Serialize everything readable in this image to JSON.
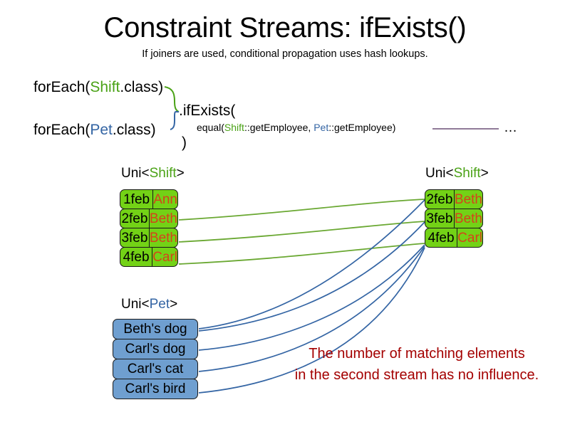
{
  "slide": {
    "title": "Constraint Streams: ifExists()",
    "subtitle": "If joiners are used, conditional propagation uses hash lookups."
  },
  "code": {
    "foreach_shift": {
      "prefix": "forEach(",
      "type": "Shift",
      "suffix": ".class)"
    },
    "foreach_pet": {
      "prefix": "forEach(",
      "type": "Pet",
      "suffix": ".class)"
    },
    "if_exists": ".ifExists(",
    "equal": {
      "prefix": "equal(",
      "left_type": "Shift",
      "left_ref": "::getEmployee, ",
      "right_type": "Pet",
      "right_ref": "::getEmployee)"
    },
    "close_paren": ")",
    "ellipsis": "…"
  },
  "labels": {
    "left_shift": {
      "prefix": "Uni<",
      "type": "Shift",
      "suffix": ">"
    },
    "right_shift": {
      "prefix": "Uni<",
      "type": "Shift",
      "suffix": ">"
    },
    "pet": {
      "prefix": "Uni<",
      "type": "Pet",
      "suffix": ">"
    }
  },
  "left_shift_rows": [
    {
      "date": "1feb",
      "employee": "Ann"
    },
    {
      "date": "2feb",
      "employee": "Beth"
    },
    {
      "date": "3feb",
      "employee": "Beth"
    },
    {
      "date": "4feb",
      "employee": "Carl"
    }
  ],
  "right_shift_rows": [
    {
      "date": "2feb",
      "employee": "Beth"
    },
    {
      "date": "3feb",
      "employee": "Beth"
    },
    {
      "date": "4feb",
      "employee": "Carl"
    }
  ],
  "pet_rows": [
    {
      "label": "Beth's dog"
    },
    {
      "label": "Carl's dog"
    },
    {
      "label": "Carl's cat"
    },
    {
      "label": "Carl's bird"
    }
  ],
  "note": {
    "line1": "The number of matching elements",
    "line2": "in the second stream has no influence."
  },
  "colors": {
    "shift_green_text": "#4aa216",
    "pet_blue_text": "#3465a4",
    "shift_box_fill": "#73d216",
    "pet_box_fill": "#6f9fd0",
    "employee_text": "#d4441b",
    "note_text": "#a40000",
    "green_wire": "#6aa832",
    "blue_wire": "#3465a4",
    "purple_rule": "#6b4f76"
  }
}
